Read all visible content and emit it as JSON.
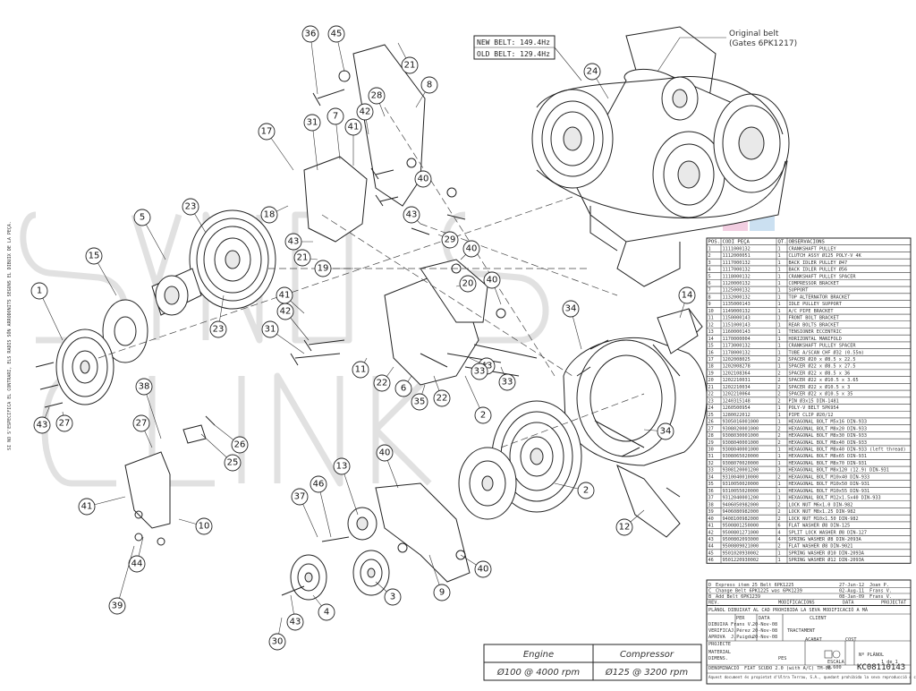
{
  "belt_info": {
    "new_belt": "NEW BELT: 149.4Hz",
    "old_belt": "OLD BELT: 129.4Hz",
    "original_belt": "Original belt",
    "original_belt_sub": "(Gates 6PK1217)"
  },
  "side_note": "SI NO S'ESPECIFICA EL CONTRARI, ELS RADIS SÓN ARRODONITS SEGONS EL DIBUIX DE LA PEÇA.",
  "bom": {
    "headers": [
      "POS.",
      "CODI PEÇA",
      "QT.",
      "OBSERVACIONS"
    ],
    "rows": [
      [
        "1",
        "1111000132",
        "1",
        "CRANKSHAFT PULLEY"
      ],
      [
        "2",
        "1112000051",
        "1",
        "CLUTCH ASSY Ø125 POLY-V 4K"
      ],
      [
        "3",
        "1117000132",
        "1",
        "BACK IDLER PULLEY Ø47"
      ],
      [
        "4",
        "1117000132",
        "1",
        "BACK IDLER PULLEY Ø56"
      ],
      [
        "5",
        "1118000132",
        "1",
        "CRANKSHAFT PULLEY SPACER"
      ],
      [
        "6",
        "1120000132",
        "1",
        "COMPRESSOR BRACKET"
      ],
      [
        "7",
        "1125000132",
        "1",
        "SUPPORT"
      ],
      [
        "8",
        "1132000132",
        "1",
        "TOP ALTERNATOR BRACKET"
      ],
      [
        "9",
        "1135000143",
        "1",
        "IDLE PULLEY SUPPORT"
      ],
      [
        "10",
        "1149000132",
        "1",
        "A/C PIPE BRACKET"
      ],
      [
        "11",
        "1150000143",
        "1",
        "FRONT BOLT BRACKET"
      ],
      [
        "12",
        "1151000143",
        "1",
        "REAR BOLTS BRACKET"
      ],
      [
        "13",
        "1160000143",
        "1",
        "TENSIONER ECCENTRIC"
      ],
      [
        "14",
        "1170000004",
        "1",
        "HORIZONTAL MANIFOLD"
      ],
      [
        "15",
        "1173000132",
        "1",
        "CRANKSHAFT PULLEY SPACER"
      ],
      [
        "16",
        "1178000132",
        "1",
        "TUBE A/SCAN CHF Ø32 (0.55m)"
      ],
      [
        "17",
        "1202008025",
        "2",
        "SPACER Ø20 x Ø8.5 x 22.5"
      ],
      [
        "18",
        "1202008278",
        "1",
        "SPACER Ø22 x Ø8.5 x 27.5"
      ],
      [
        "19",
        "1202108364",
        "2",
        "SPACER Ø22 x Ø8.5 x 36"
      ],
      [
        "20",
        "1202210031",
        "2",
        "SPACER Ø22 x Ø10.5 x 3.65"
      ],
      [
        "21",
        "1202210034",
        "2",
        "SPACER Ø22 x Ø10.5 x 3"
      ],
      [
        "22",
        "1202210064",
        "2",
        "SPACER Ø22 x Ø10.5 x 35"
      ],
      [
        "23",
        "1240315148",
        "2",
        "PIN Ø3x15 DIN-1481"
      ],
      [
        "24",
        "1260500954",
        "1",
        "POLY-V BELT 5PK954"
      ],
      [
        "25",
        "1280022012",
        "1",
        "PIPE CLIP Ø20/12"
      ],
      [
        "26",
        "9305016001000",
        "1",
        "HEXAGONAL BOLT M5x16 DIN-933"
      ],
      [
        "27",
        "9308020001000",
        "2",
        "HEXAGONAL BOLT M8x20 DIN-933"
      ],
      [
        "28",
        "9308030001000",
        "2",
        "HEXAGONAL BOLT M8x30 DIN-933"
      ],
      [
        "29",
        "9308040001000",
        "2",
        "HEXAGONAL BOLT M8x40 DIN-933"
      ],
      [
        "30",
        "9308040001000",
        "1",
        "HEXAGONAL BOLT M8x40 DIN-933 (left thread)"
      ],
      [
        "31",
        "9308065020000",
        "1",
        "HEXAGONAL BOLT M8x65 DIN-931"
      ],
      [
        "32",
        "9308070020000",
        "1",
        "HEXAGONAL BOLT M8x70 DIN-931"
      ],
      [
        "33",
        "9308120001200",
        "3",
        "HEXAGONAL BOLT M8x120 (12.9) DIN-931"
      ],
      [
        "34",
        "9310040010000",
        "2",
        "HEXAGONAL BOLT M10x40 DIN-933"
      ],
      [
        "35",
        "9310050020000",
        "1",
        "HEXAGONAL BOLT M10x50 DIN-931"
      ],
      [
        "36",
        "9310055020000",
        "1",
        "HEXAGONAL BOLT M10x55 DIN-931"
      ],
      [
        "37",
        "9312040001200",
        "1",
        "HEXAGONAL BOLT M12x1.5x40 DIN-933"
      ],
      [
        "38",
        "9406050982000",
        "2",
        "LOCK NUT M6x1.0 DIN-982"
      ],
      [
        "39",
        "9406080982000",
        "2",
        "LOCK NUT M8x1.25 DIN-982"
      ],
      [
        "40",
        "9408100982000",
        "2",
        "LOCK NUT M10x1.50 DIN-982"
      ],
      [
        "41",
        "9500801250000",
        "6",
        "FLAT WASHER Ø8 DIN-125"
      ],
      [
        "42",
        "9500801271000",
        "4",
        "SPLIT LOCK WASHER Ø8 DIN-127"
      ],
      [
        "43",
        "9500802093000",
        "4",
        "SPRING WASHER Ø8 DIN-2093A"
      ],
      [
        "44",
        "9500809021000",
        "2",
        "FLAT WASHER Ø8 DIN-9021"
      ],
      [
        "45",
        "9501020930002",
        "1",
        "SPRING WASHER Ø10 DIN-2093A"
      ],
      [
        "46",
        "9501220930002",
        "1",
        "SPRING WASHER Ø12 DIN-2093A"
      ]
    ]
  },
  "revisions": {
    "rows": [
      [
        "D",
        "Express item 25 Belt 6PK1225",
        "27-Jun-12",
        "Joan P."
      ],
      [
        "C",
        "Change Belt 6PK1225 was 6PK1239",
        "02-Aug-11",
        "Frans V."
      ],
      [
        "B",
        "Add Belt 6PK1239",
        "08-Jan-09",
        "Frans V."
      ]
    ],
    "headers": [
      "REV.",
      "MODIFICACIONS",
      "DATA",
      "PROJECTAT"
    ]
  },
  "title_block": {
    "copyright": "PLÀNOL DIBUIXAT AL CAD PROHIBIDA LA SEVA MODIFICACIÓ A MÀ",
    "client_label": "CLIENT",
    "per_label": "PER",
    "data_label": "DATA",
    "dibuixa_label": "DIBUIXA",
    "dibuixa_by": "Frans V.",
    "dibuixa_date": "20-Nov-08",
    "verifica_label": "VERIFICA",
    "verifica_by": "J.Pérez",
    "verifica_date": "20-Nov-08",
    "aprova_label": "APROVA",
    "aprova_by": "J.Puigdu",
    "aprova_date": "20-Nov-08",
    "tractament_label": "TRACTAMENT",
    "projecte_label": "PROJECTE",
    "acabat_label": "ACABAT",
    "cost_label": "COST",
    "material_label": "MATERIAL",
    "dimensions_label": "DIMENS.",
    "pes_label": "PES",
    "escala_label": "ESCALA",
    "escala_value": "0.600",
    "num_planol_label": "Nº PLÀNOL",
    "sheet": "1 de 1",
    "denominacio_label": "DENOMINACIÓ",
    "denominacio": "FIAT SCUDO 2.0 (with A/C) TM-08",
    "drawing_number": "KC08110143",
    "footer": "Aquest document és propietat d'Ultra Terrau, S.A., quedant prohibida la seva reproducció o cessió i tota o parcial, a tercers persones sense autorització prèvia."
  },
  "speeds": {
    "engine_label": "Engine",
    "compressor_label": "Compressor",
    "engine_value": "Ø100 @ 4000 rpm",
    "compressor_value": "Ø125 @ 3200 rpm"
  },
  "colors": {
    "line": "#222222",
    "watermark": "#c9c9c9",
    "accent_pink": "#e8a6c8",
    "accent_blue": "#a9cce8"
  }
}
